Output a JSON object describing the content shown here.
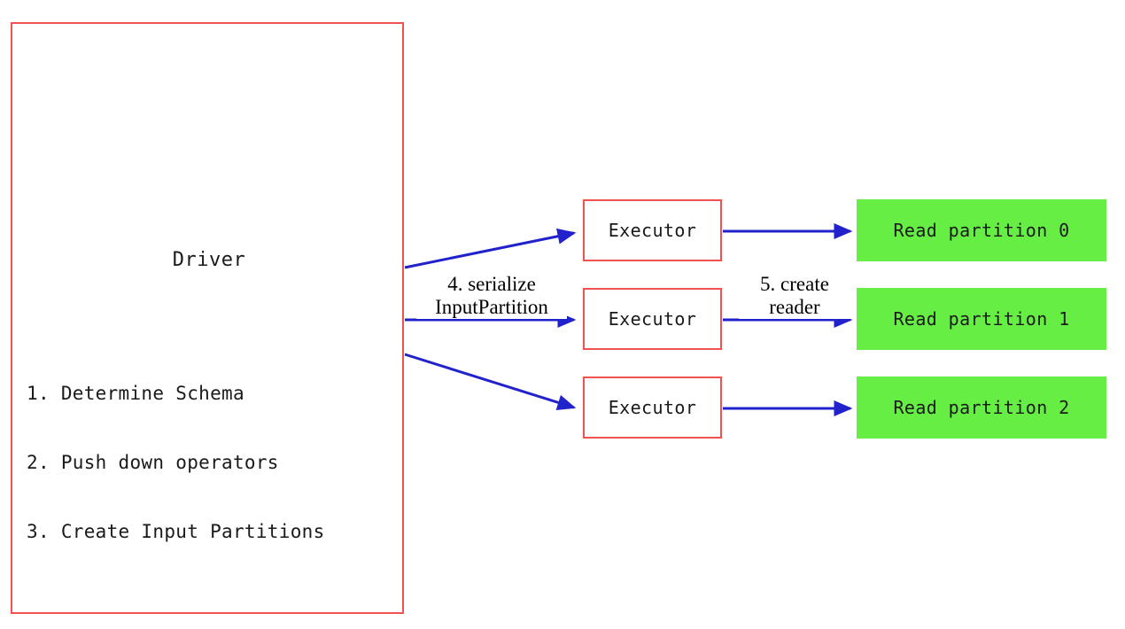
{
  "diagram": {
    "title_semantic": "spark-data-source-v2-read-flow",
    "colors": {
      "box_border_red": "#f05252",
      "partition_green": "#66ee44",
      "arrow_blue": "#2222cc",
      "text": "#1a1a1a",
      "background": "#ffffff"
    },
    "driver": {
      "title": "Driver",
      "steps": [
        "1. Determine Schema",
        "2. Push down operators",
        "3. Create Input Partitions"
      ]
    },
    "executors": [
      {
        "label": "Executor"
      },
      {
        "label": "Executor"
      },
      {
        "label": "Executor"
      }
    ],
    "partitions": [
      {
        "label": "Read partition 0"
      },
      {
        "label": "Read partition 1"
      },
      {
        "label": "Read partition 2"
      }
    ],
    "edge_labels": {
      "serialize": {
        "line1": "4. serialize",
        "line2": "InputPartition"
      },
      "create_reader": {
        "line1": "5. create",
        "line2": "reader"
      }
    }
  }
}
